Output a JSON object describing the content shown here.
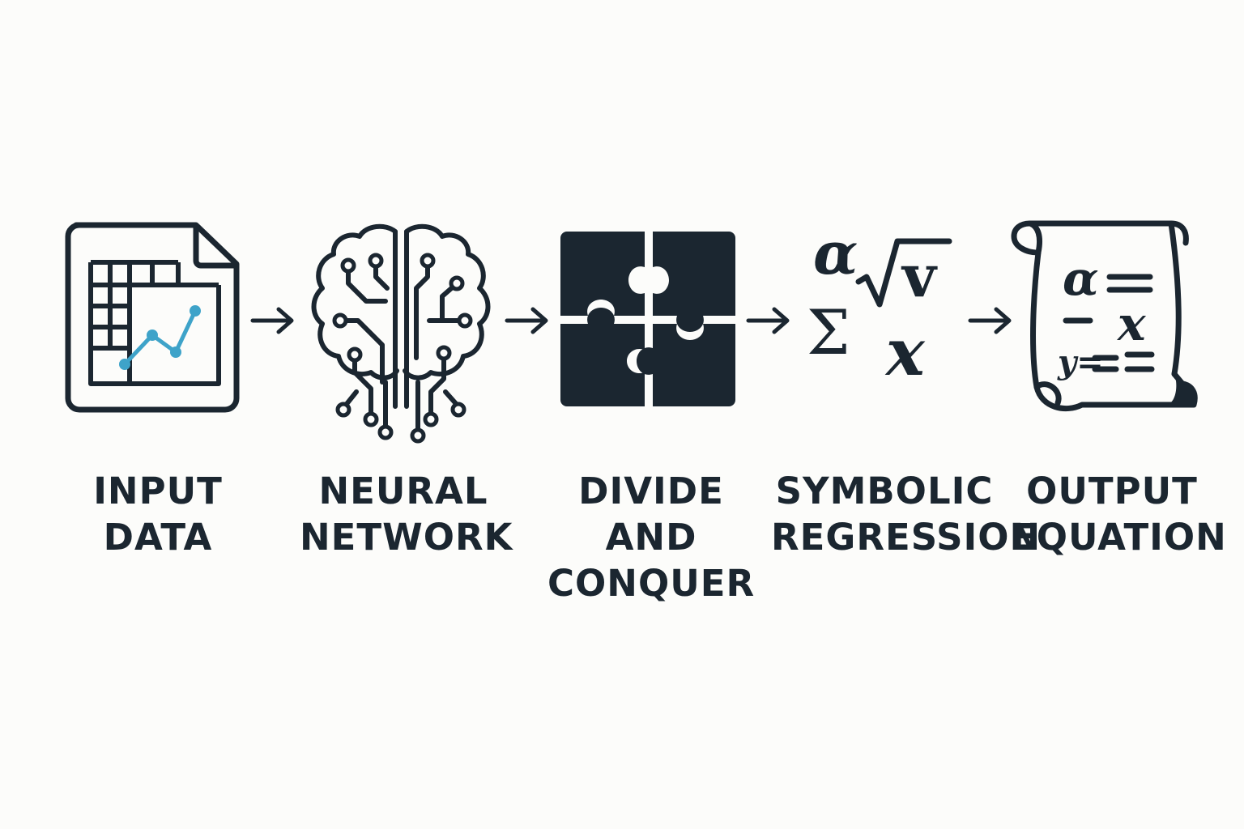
{
  "steps": [
    {
      "id": "input-data",
      "lines": [
        "INPUT",
        "DATA"
      ]
    },
    {
      "id": "neural-network",
      "lines": [
        "NEURAL",
        "NETWORK"
      ]
    },
    {
      "id": "divide-and-conquer",
      "lines": [
        "DIVIDE",
        "AND",
        "CONQUER"
      ]
    },
    {
      "id": "symbolic-regression",
      "lines": [
        "SYMBOLIC",
        "REGRESSION"
      ]
    },
    {
      "id": "output-equation",
      "lines": [
        "OUTPUT",
        "EQUATION"
      ]
    }
  ],
  "icons": {
    "input_data": "spreadsheet-chart-icon",
    "neural_network": "brain-circuit-icon",
    "divide_and_conquer": "puzzle-icon",
    "symbolic_regression": "math-symbols-icon",
    "output_equation": "scroll-equation-icon",
    "connector": "arrow-right-icon"
  },
  "symbolic_glyphs": {
    "alpha": "α",
    "radical": "√",
    "v": "v",
    "sigma": "Σ",
    "x": "x"
  },
  "scroll_glyphs": {
    "alpha": "α",
    "x": "x",
    "y": "y="
  },
  "colors": {
    "ink": "#1b2630",
    "accent": "#3ea3c9",
    "background": "#fcfcfa"
  }
}
